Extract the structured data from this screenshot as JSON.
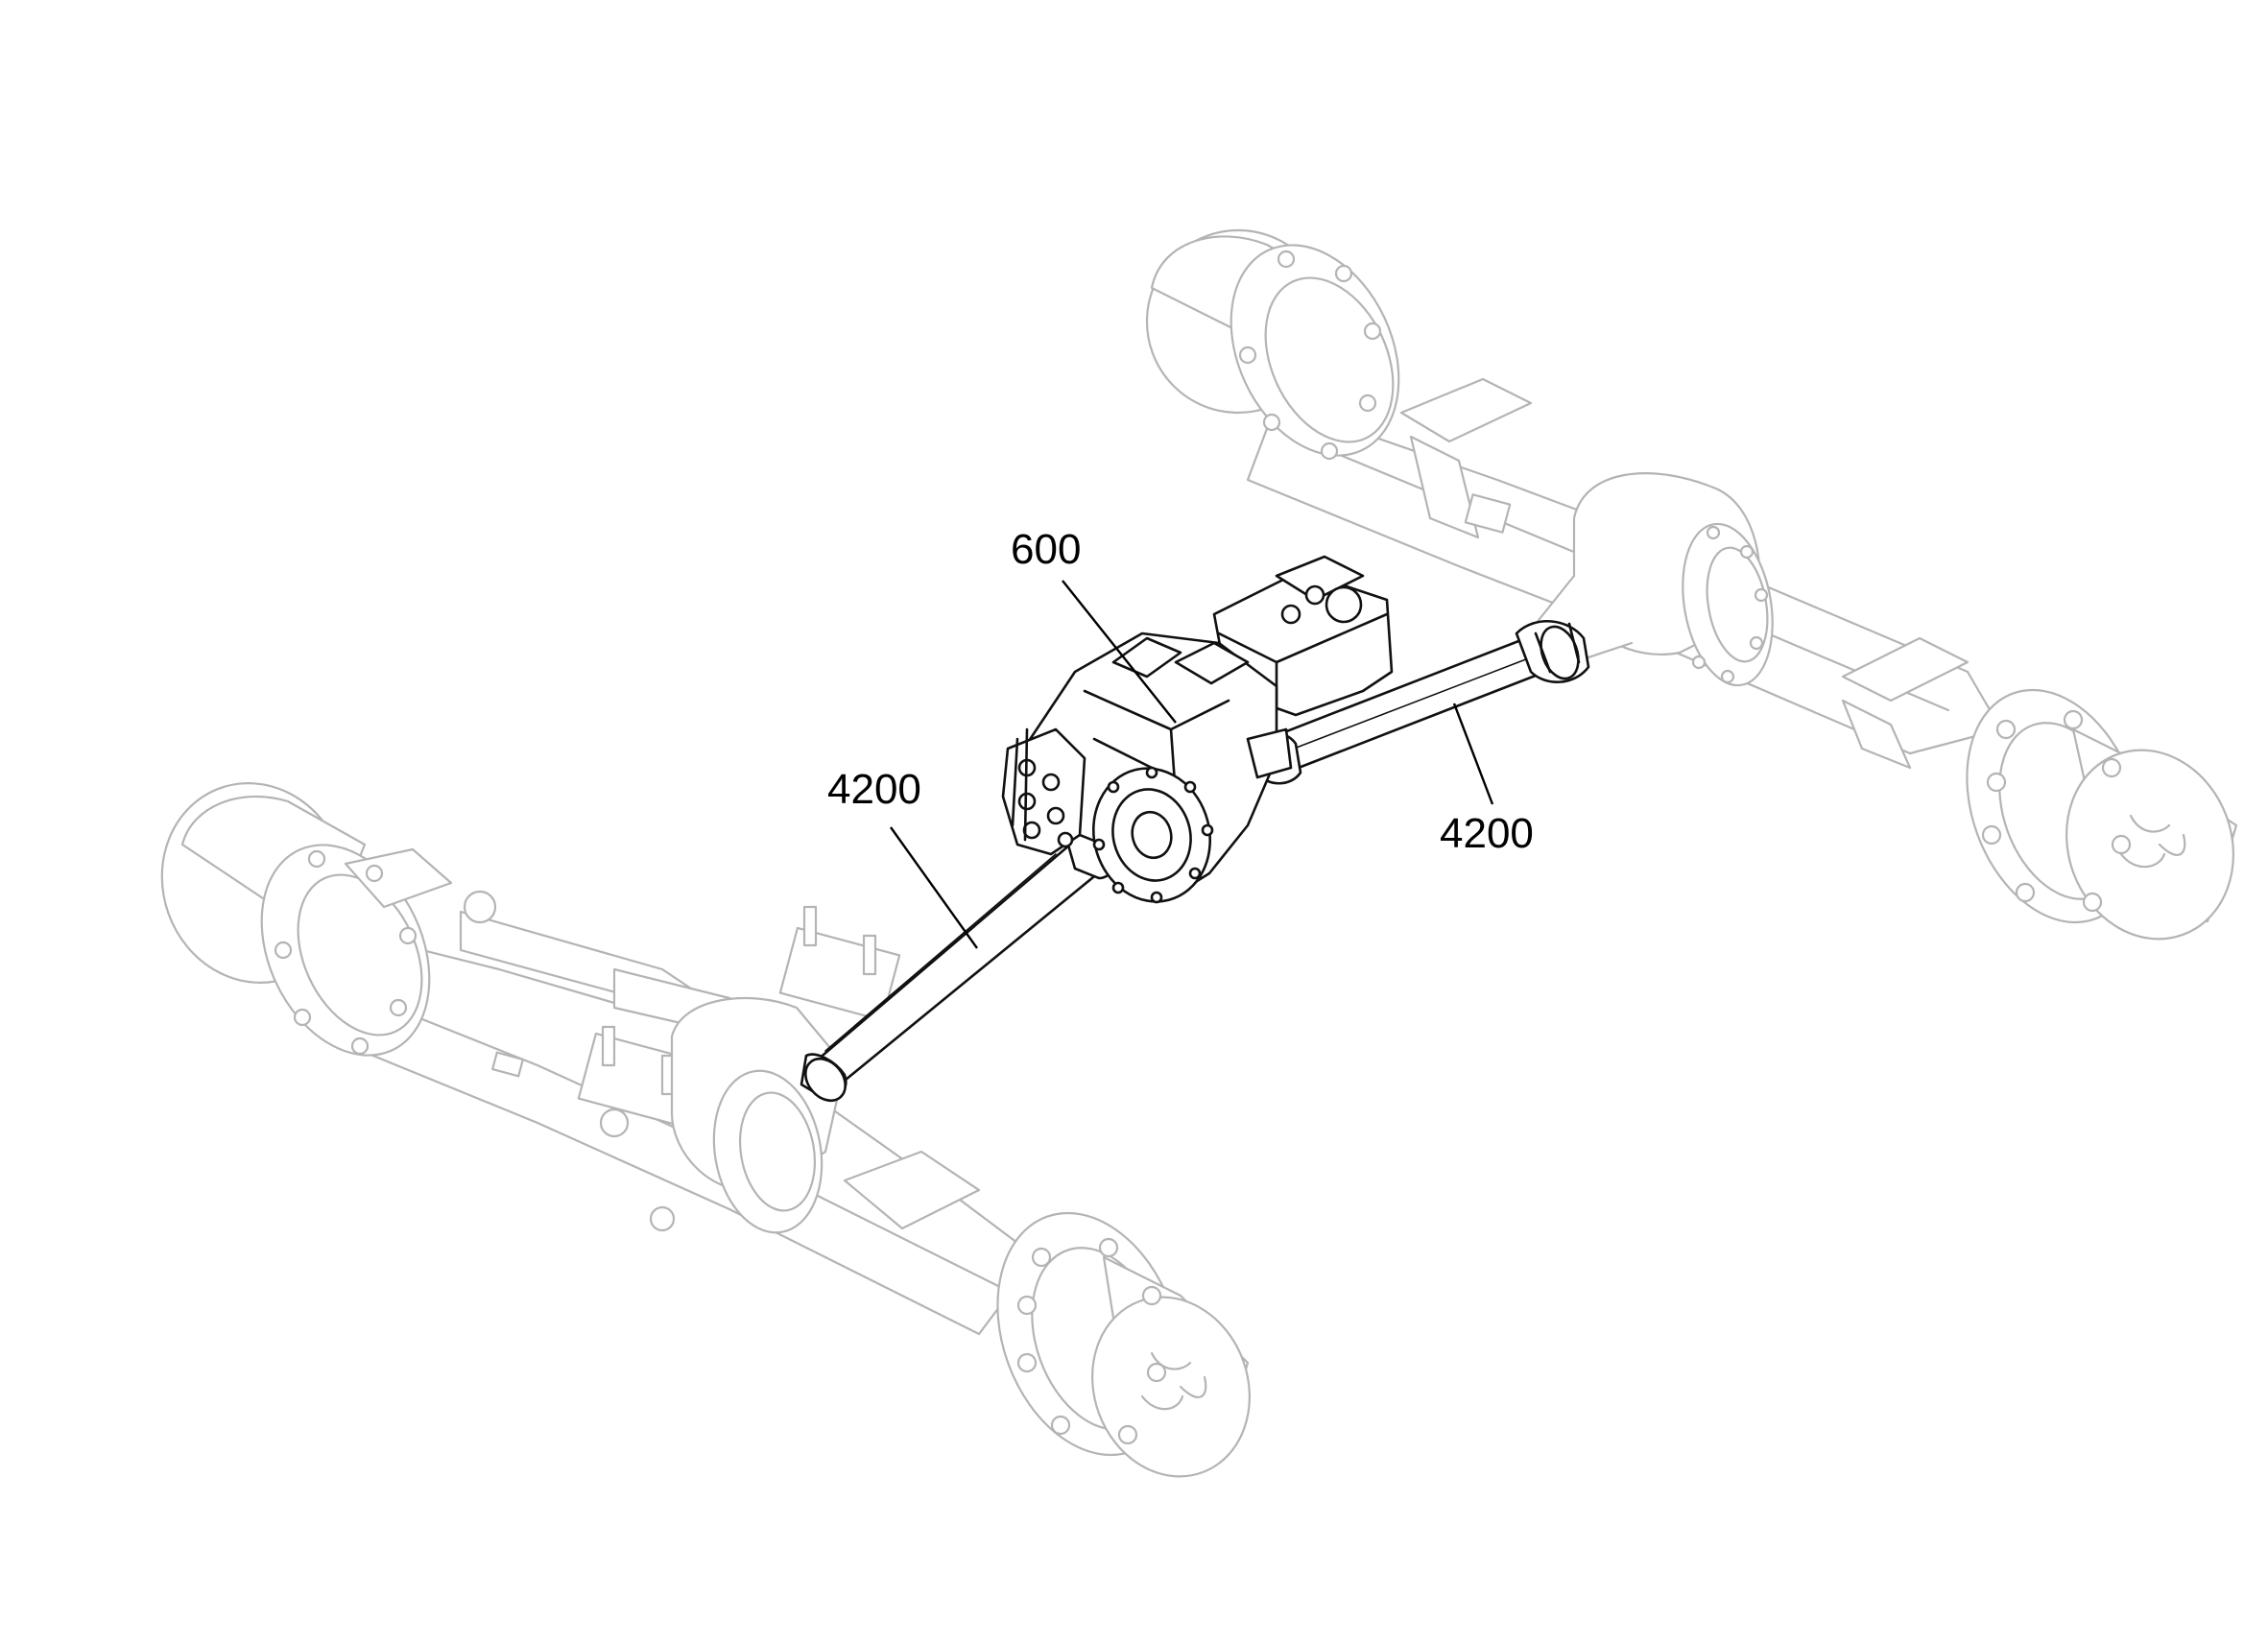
{
  "callouts": {
    "transmission": "600",
    "front_shaft": "4200",
    "rear_shaft": "4200"
  }
}
